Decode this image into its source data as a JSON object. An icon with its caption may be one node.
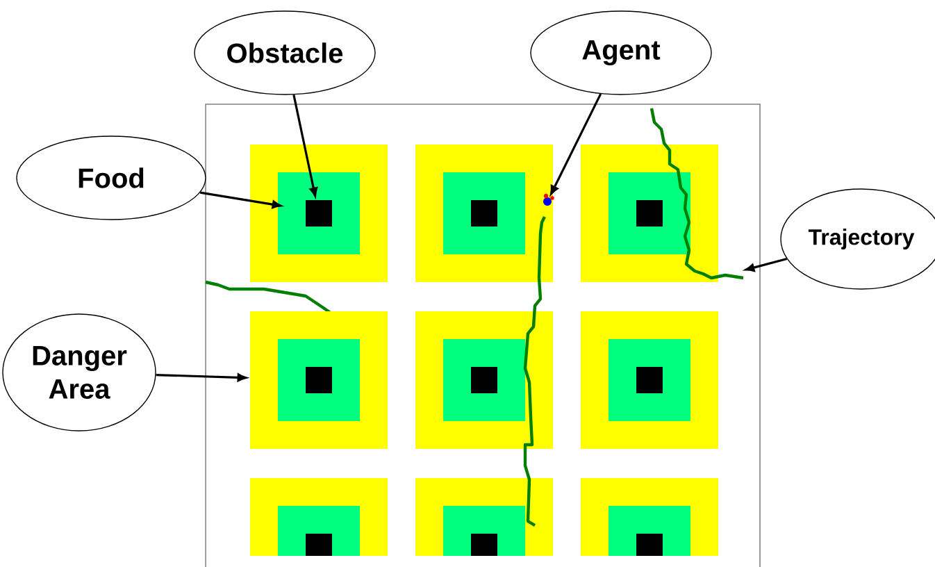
{
  "diagram": {
    "nodes": [
      {
        "text": [
          "Obstacle"
        ]
      },
      {
        "text": [
          "Agent"
        ]
      },
      {
        "text": [
          "Food"
        ]
      },
      {
        "text": [
          "Trajectory"
        ]
      },
      {
        "text": [
          "Danger Area"
        ]
      },
      {
        "text": [],
        "shape": "box",
        "in": 7
      },
      {
        "text": [],
        "shape": "circle"
      },
      {
        "text": [],
        "shape": "box"
      },
      {
        "text": [],
        "shape": "picture"
      },
      {
        "text": [],
        "shape": "box"
      }
    ],
    "edges": [
      {
        "from": 0,
        "to": 5,
        "arrow": "to"
      },
      {
        "from": 1,
        "to": 6,
        "arrow": "to"
      },
      {
        "from": 2,
        "to": 7,
        "arrow": "to"
      },
      {
        "from": 3,
        "to": 8,
        "arrow": "to"
      },
      {
        "from": 4,
        "to": 9,
        "arrow": "to"
      }
    ]
  }
}
